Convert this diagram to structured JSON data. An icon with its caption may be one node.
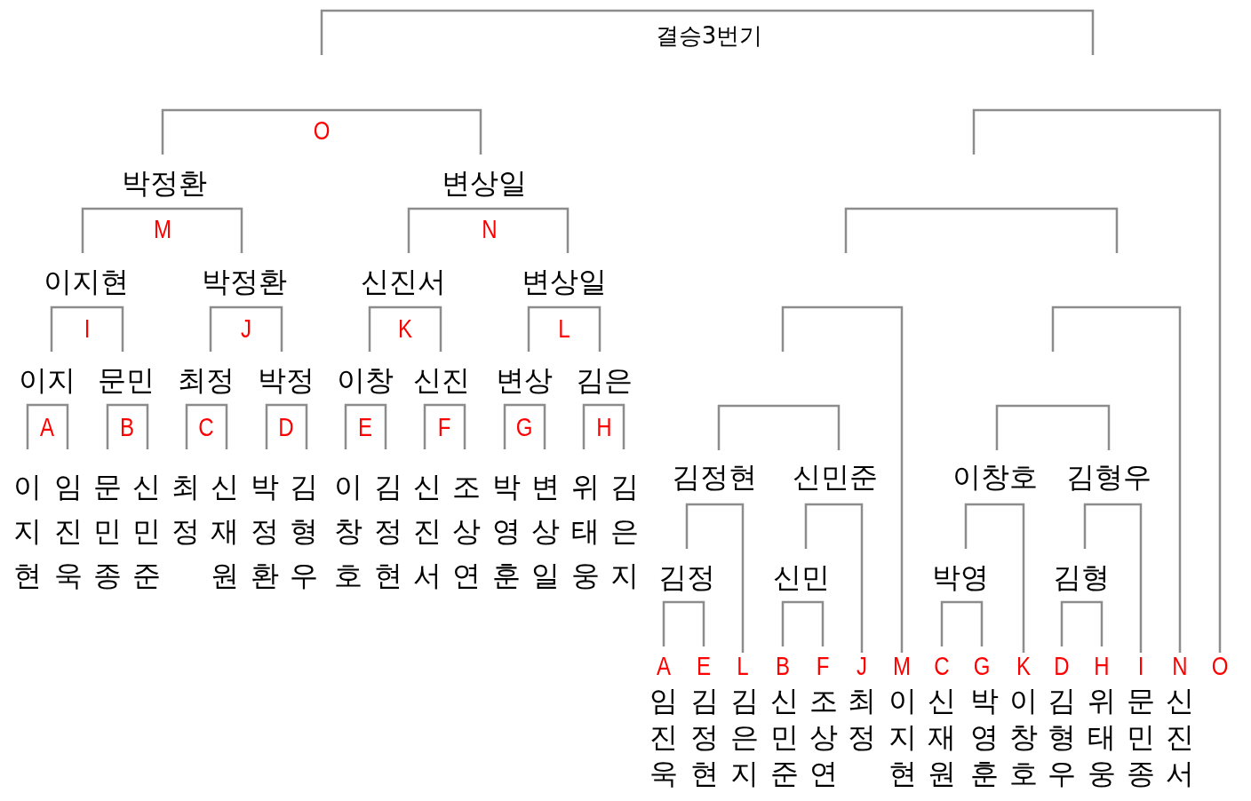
{
  "diagram": {
    "labels": [
      "결승3번기",
      "O",
      "박정환",
      "변상일",
      "M",
      "N",
      "이지현",
      "박정환",
      "신진서",
      "변상일",
      "I",
      "J",
      "K",
      "L",
      "이지",
      "문민",
      "최정",
      "박정",
      "이창",
      "신진",
      "변상",
      "김은",
      "A",
      "B",
      "C",
      "D",
      "E",
      "F",
      "G",
      "H",
      "이지현",
      "임진욱",
      "문민종",
      "신민준",
      "최정",
      "신재원",
      "박정환",
      "김형우",
      "이창호",
      "김정현",
      "신진서",
      "조상연",
      "박영훈",
      "변상일",
      "위태웅",
      "김은지",
      "김정현",
      "신민준",
      "이창호",
      "김형우",
      "김정",
      "신민",
      "박영",
      "김형",
      "A",
      "E",
      "L",
      "B",
      "F",
      "J",
      "M",
      "C",
      "G",
      "K",
      "D",
      "H",
      "I",
      "N",
      "O",
      "임진욱",
      "김정현",
      "김은지",
      "신민준",
      "조상연",
      "최정",
      "이지현",
      "신재원",
      "박영훈",
      "이창호",
      "김형우",
      "위태웅",
      "문민종",
      "신진서"
    ]
  }
}
